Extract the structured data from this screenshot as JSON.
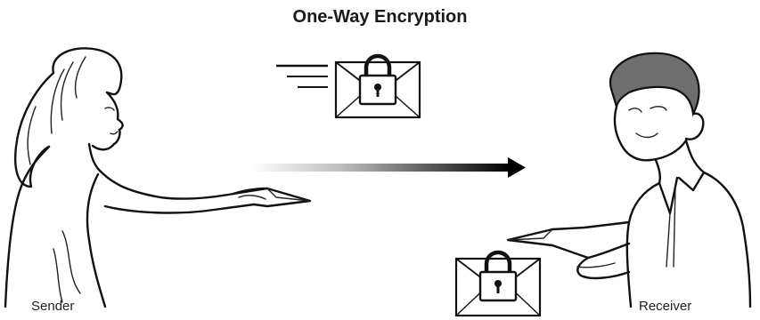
{
  "title": "One-Way Encryption",
  "sender": {
    "label": "Sender"
  },
  "receiver": {
    "label": "Receiver"
  },
  "icons": {
    "envelope_in_transit": "locked-envelope-icon",
    "envelope_received": "locked-envelope-icon",
    "speed_lines": "motion-lines-icon",
    "direction_arrow": "right-arrow-icon"
  },
  "colors": {
    "ink": "#111111",
    "hair_shade": "#9a9a9a",
    "receiver_hair": "#6e6e6e",
    "arrow_start": "#ffffff",
    "arrow_end": "#000000"
  }
}
